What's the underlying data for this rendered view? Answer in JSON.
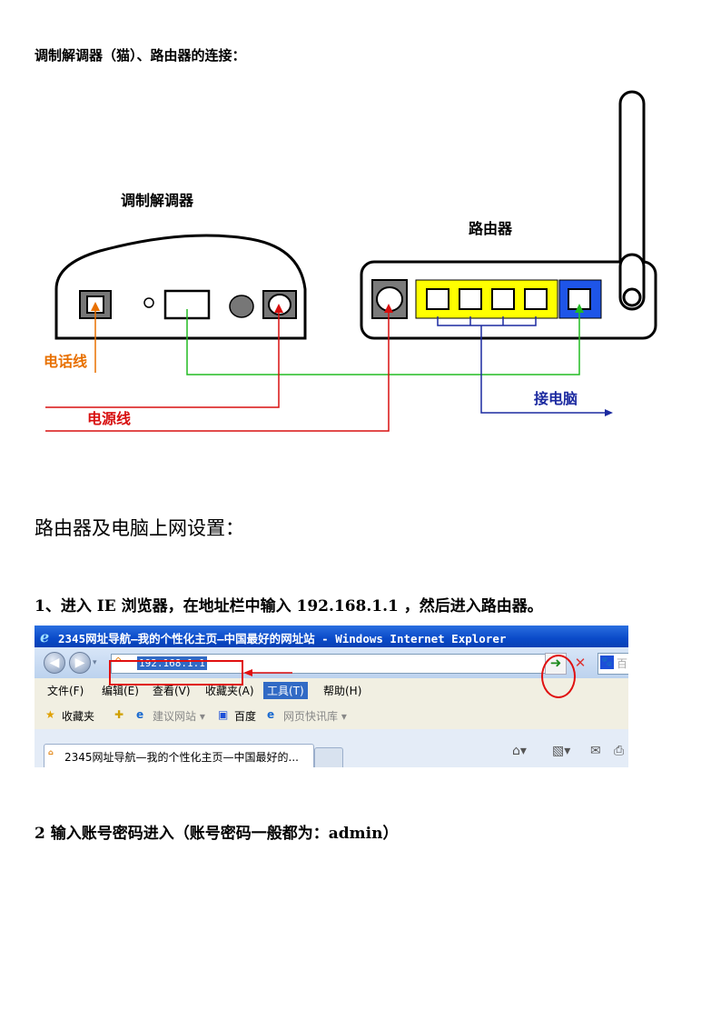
{
  "doc": {
    "title1": "调制解调器（猫）、路由器的连接：",
    "heading2": "路由器及电脑上网设置：",
    "step1": "1、进入 IE 浏览器，在地址栏中输入  192.168.1.1  ，然后进入路由器。",
    "step2": "2 输入账号密码进入（账号密码一般都为：admin）"
  },
  "diagram": {
    "modem_label": "调制解调器",
    "router_label": "路由器",
    "phone_line_label": "电话线",
    "power_line_label": "电源线",
    "computer_label": "接电脑",
    "colors": {
      "phone_line": "#e87000",
      "power_line": "#d81010",
      "lan_line": "#22bb22",
      "computer_line": "#1c2aa0",
      "lan_ports_fill": "#ffff00",
      "wan_port_fill": "#1e55e8"
    }
  },
  "browser": {
    "window_title": "2345网址导航—我的个性化主页—中国最好的网址站 - Windows Internet Explorer",
    "address_value": "192.168.1.1",
    "search_placeholder": "百",
    "menu": [
      "文件(F)",
      "编辑(E)",
      "查看(V)",
      "收藏夹(A)",
      "工具(T)",
      "帮助(H)"
    ],
    "favorites_label": "收藏夹",
    "fav_links": [
      "建议网站 ▾",
      "百度",
      "网页快讯库 ▾"
    ],
    "tab_label": "2345网址导航—我的个性化主页—中国最好的...",
    "icons": [
      "ie-logo-icon",
      "back-icon",
      "forward-icon",
      "go-arrow-icon",
      "stop-icon",
      "home-icon",
      "feed-icon",
      "mail-icon",
      "print-icon"
    ]
  }
}
